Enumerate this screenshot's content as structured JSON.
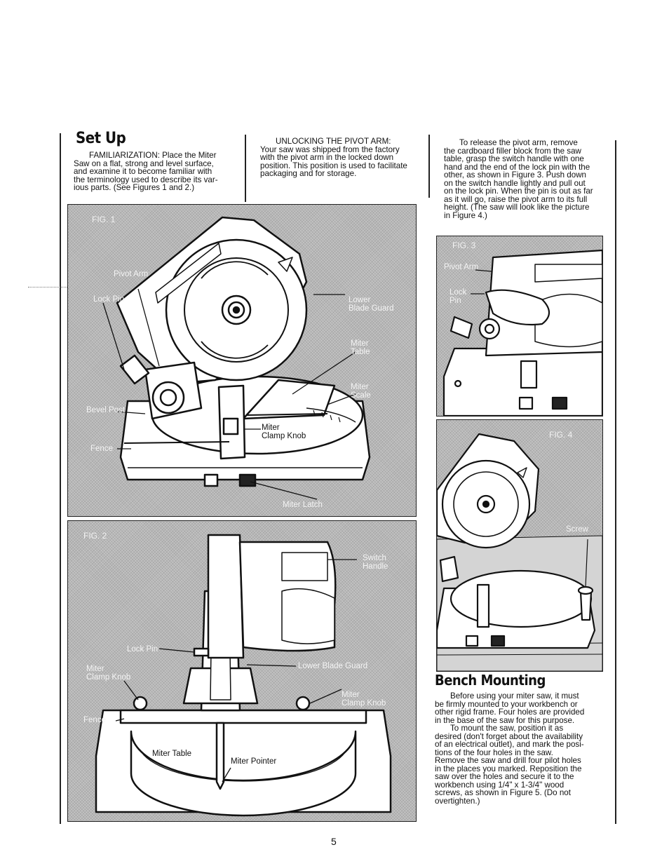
{
  "page": {
    "number": "5"
  },
  "setup": {
    "heading": "Set Up",
    "paragraph_lines": [
      "FAMILIARIZATION: Place the Miter",
      "Saw on a flat, strong and level surface,",
      "and examine it to become familiar with",
      "the terminology used to describe its var-",
      "ious parts. (See Figures 1 and 2.)"
    ]
  },
  "unlocking": {
    "title": "UNLOCKING THE PIVOT ARM:",
    "lines": [
      "Your saw was shipped from the factory",
      "with the pivot arm in the locked down",
      "position. This position is used to facilitate",
      "packaging and for storage."
    ]
  },
  "release": {
    "lines": [
      "To release the pivot arm, remove",
      "the cardboard filler block from the saw",
      "table, grasp the switch handle with one",
      "hand and the end of the lock pin with the",
      "other, as shown in Figure 3. Push down",
      "on the switch handle lightly and pull out",
      "on the lock pin. When the pin is out as far",
      "as it will go, raise the pivot arm to its full",
      "height. (The saw will look like the picture",
      "in Figure 4.)"
    ]
  },
  "bench": {
    "heading": "Bench Mounting",
    "p1_lines": [
      "Before using your miter saw, it must",
      "be firmly mounted to your workbench or",
      "other rigid frame. Four holes are provided",
      "in the base of the saw for this purpose."
    ],
    "p2_lines": [
      "To mount the saw, position it as",
      "desired (don't forget about the availability",
      "of an electrical outlet), and mark the posi-",
      "tions of the four holes in the saw.",
      "Remove the saw and drill four pilot holes",
      "in the places you marked. Reposition the",
      "saw over the holes and secure it to the",
      "workbench using 1/4\" x 1-3/4\" wood",
      "screws, as shown in Figure 5. (Do not",
      "overtighten.)"
    ]
  },
  "fig1": {
    "label": "FIG. 1",
    "callouts": {
      "pivot_arm": "Pivot Arm",
      "lock_pin": "Lock Pin",
      "lower_1": "Lower",
      "lower_2": "Blade Guard",
      "table_1": "Miter",
      "table_2": "Table",
      "scale_1": "Miter",
      "scale_2": "Scale",
      "bevel_post": "Bevel Post",
      "clamp_1": "Miter",
      "clamp_2": "Clamp Knob",
      "fence": "Fence",
      "miter_latch": "Miter Latch"
    }
  },
  "fig2": {
    "label": "FIG. 2",
    "callouts": {
      "switch_1": "Switch",
      "switch_2": "Handle",
      "lock_pin": "Lock Pin",
      "lower_guard": "Lower Blade Guard",
      "clamp_left_1": "Miter",
      "clamp_left_2": "Clamp Knob",
      "clamp_right_1": "Miter",
      "clamp_right_2": "Clamp Knob",
      "fence": "Fence",
      "miter_table": "Miter Table",
      "miter_pointer": "Miter Pointer"
    }
  },
  "fig3": {
    "label": "FIG. 3",
    "callouts": {
      "pivot_arm": "Pivot Arm",
      "lock_1": "Lock",
      "lock_2": "Pin"
    }
  },
  "fig4": {
    "label": "FIG. 4",
    "callouts": {
      "screw": "Screw"
    }
  }
}
